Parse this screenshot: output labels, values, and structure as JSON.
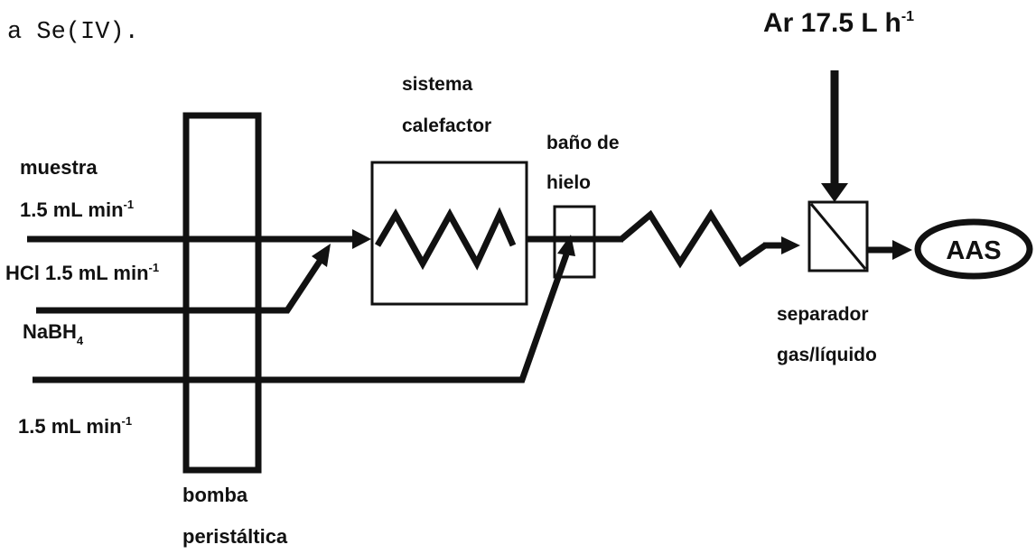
{
  "caption_fragment": "a Se(IV).",
  "colors": {
    "ink": "#111111",
    "background": "#ffffff"
  },
  "labels": {
    "argon_flow": {
      "main": "Ar 17.5 L h",
      "exponent": "-1"
    },
    "heating_system": {
      "line1": "sistema",
      "line2": "calefactor"
    },
    "ice_bath": {
      "line1": "baño de",
      "line2": "hielo"
    },
    "sample": {
      "name": "muestra",
      "rate": "1.5 mL min",
      "exponent": "-1"
    },
    "acid": {
      "text": "HCl 1.5 mL min",
      "exponent": "-1"
    },
    "reductant": {
      "name": "NaBH",
      "subscript": "4",
      "rate": "1.5 mL min",
      "exponent": "-1"
    },
    "pump": {
      "line1": "bomba",
      "line2": "peristáltica"
    },
    "separator": {
      "line1": "separador",
      "line2": "gas/líquido"
    },
    "detector": "AAS"
  }
}
